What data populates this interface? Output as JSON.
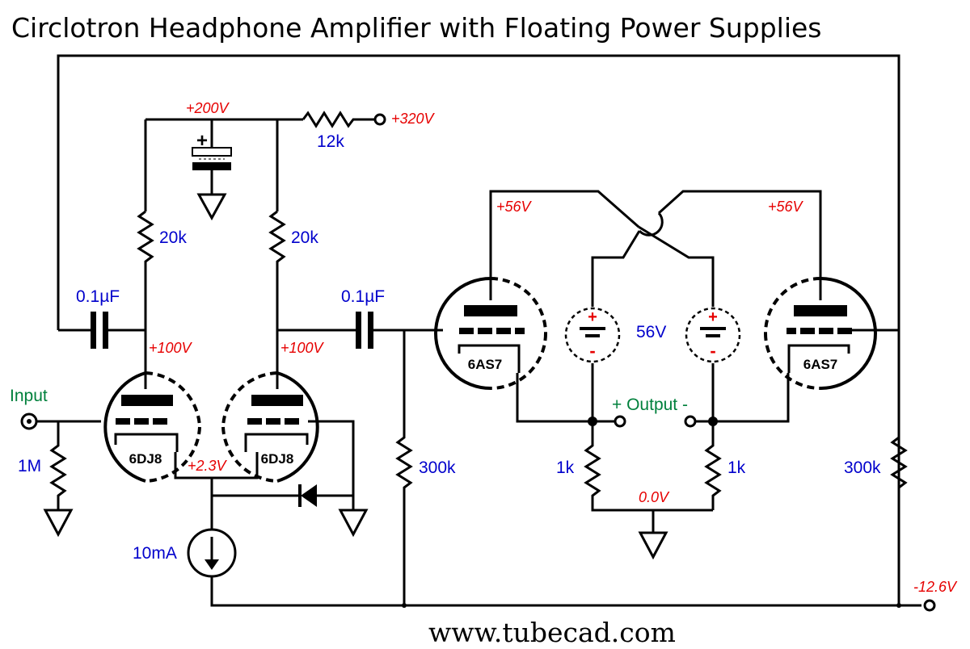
{
  "title": "Circlotron Headphone Amplifier with Floating Power Supplies",
  "footer": "www.tubecad.com",
  "components": {
    "input_label": "Input",
    "r_grid": "1M",
    "r_plate_left": "20k",
    "r_plate_right": "20k",
    "r_supply": "12k",
    "cap_left": "0.1µF",
    "cap_right": "0.1µF",
    "r_grid_left_out": "300k",
    "r_grid_right_out": "300k",
    "r_cathode_left": "1k",
    "r_cathode_right": "1k",
    "current_source": "10mA",
    "floating_supply": "56V",
    "output_label": "+ Output -",
    "tube_left_a": "6DJ8",
    "tube_left_b": "6DJ8",
    "tube_out_left": "6AS7",
    "tube_out_right": "6AS7",
    "cap_plus": "+"
  },
  "voltages": {
    "v200": "+200V",
    "v320": "+320V",
    "v100_left": "+100V",
    "v100_right": "+100V",
    "v2_3": "+2.3V",
    "v56_left": "+56V",
    "v56_right": "+56V",
    "v0": "0.0V",
    "vneg": "-12.6V"
  },
  "colors": {
    "component_value": "#0000cc",
    "voltage": "#e60000",
    "io_label": "#00803c",
    "wire": "#000000"
  }
}
